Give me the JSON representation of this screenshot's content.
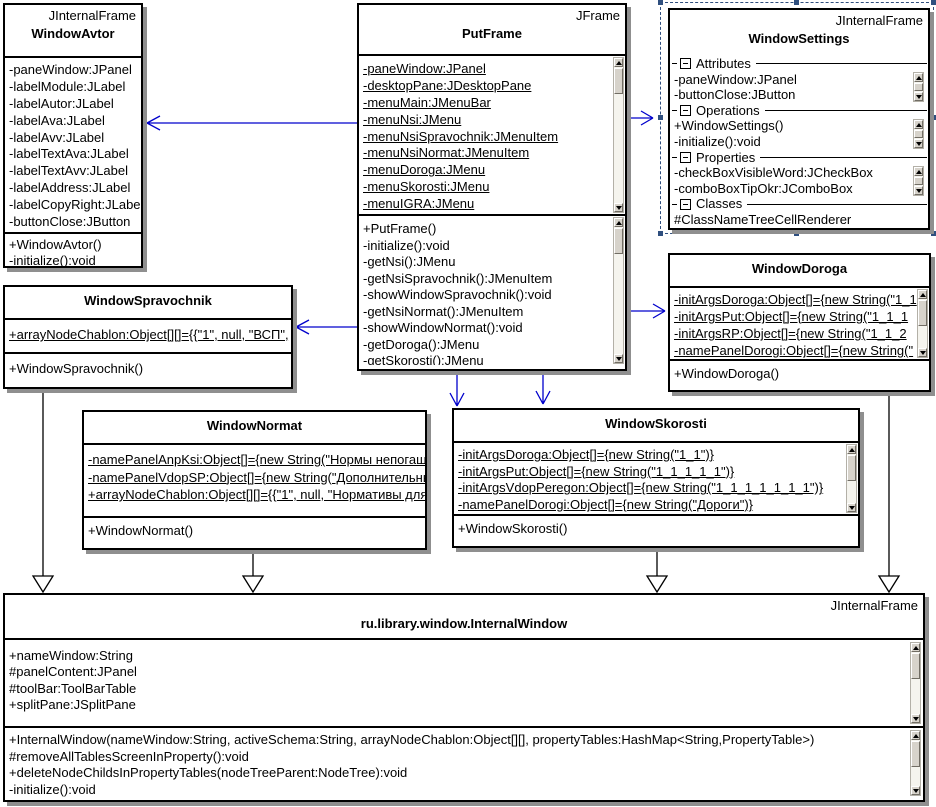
{
  "colors": {
    "dependency_arrow": "#0000cc",
    "generalization_line": "#000000",
    "selection": "#2f4f7f",
    "box_shadow": "#8f8f8f"
  },
  "boxes": {
    "windowAvtor": {
      "stereotype": "JInternalFrame",
      "name": "WindowAvtor",
      "attributes": [
        "-paneWindow:JPanel",
        "-labelModule:JLabel",
        "-labelAutor:JLabel",
        "-labelAva:JLabel",
        "-labelAvv:JLabel",
        "-labelTextAva:JLabel",
        "-labelTextAvv:JLabel",
        "-labelAddress:JLabel",
        "-labelCopyRight:JLabel",
        "-buttonClose:JButton"
      ],
      "operations": [
        "+WindowAvtor()",
        "-initialize():void"
      ]
    },
    "putFrame": {
      "stereotype": "JFrame",
      "name": "PutFrame",
      "attributes": [
        "-paneWindow:JPanel",
        "-desktopPane:JDesktopPane",
        "-menuMain:JMenuBar",
        "-menuNsi:JMenu",
        "-menuNsiSpravochnik:JMenuItem",
        "-menuNsiNormat:JMenuItem",
        "-menuDoroga:JMenu",
        "-menuSkorosti:JMenu",
        "-menuIGRA:JMenu"
      ],
      "operations": [
        "+PutFrame()",
        "-initialize():void",
        "-getNsi():JMenu",
        "-getNsiSpravochnik():JMenuItem",
        "-showWindowSpravochnik():void",
        "-getNsiNormat():JMenuItem",
        "-showWindowNormat():void",
        "-getDoroga():JMenu",
        "-getSkorosti():JMenu"
      ]
    },
    "windowSettings": {
      "stereotype": "JInternalFrame",
      "name": "WindowSettings",
      "sections": [
        {
          "label": "Attributes",
          "items": [
            "-paneWindow:JPanel",
            "-buttonClose:JButton"
          ]
        },
        {
          "label": "Operations",
          "items": [
            "+WindowSettings()",
            "-initialize():void"
          ]
        },
        {
          "label": "Properties",
          "items": [
            "-checkBoxVisibleWord:JCheckBox",
            "-comboBoxTipOkr:JComboBox"
          ]
        },
        {
          "label": "Classes",
          "items": [
            "#ClassNameTreeCellRenderer"
          ]
        }
      ]
    },
    "windowSpravochnik": {
      "name": "WindowSpravochnik",
      "attributes": [
        "+arrayNodeChablon:Object[][]={{\"1\", null, \"ВСП\","
      ],
      "operations": [
        "+WindowSpravochnik()"
      ]
    },
    "windowDoroga": {
      "name": "WindowDoroga",
      "attributes": [
        "-initArgsDoroga:Object[]={new String(\"1_1",
        "-initArgsPut:Object[]={new String(\"1_1_1",
        "-initArgsRP:Object[]={new String(\"1_1_2",
        "-namePanelDorogi:Object[]={new String(\""
      ],
      "operations": [
        "+WindowDoroga()"
      ]
    },
    "windowNormat": {
      "name": "WindowNormat",
      "attributes": [
        "-namePanelAnpKsi:Object[]={new String(\"Нормы непогашен",
        "-namePanelVdopSP:Object[]={new String(\"Дополнительны",
        "+arrayNodeChablon:Object[][]={{\"1\", null, \"Нормативы для"
      ],
      "operations": [
        "+WindowNormat()"
      ]
    },
    "windowSkorosti": {
      "name": "WindowSkorosti",
      "attributes": [
        "-initArgsDoroga:Object[]={new String(\"1_1\")}",
        "-initArgsPut:Object[]={new String(\"1_1_1_1_1\")}",
        "-initArgsVdopPeregon:Object[]={new String(\"1_1_1_1_1_1_1\")}",
        "-namePanelDorogi:Object[]={new String(\"Дороги\")}"
      ],
      "operations": [
        "+WindowSkorosti()"
      ]
    },
    "internalWindow": {
      "stereotype": "JInternalFrame",
      "name": "ru.library.window.InternalWindow",
      "attributes": [
        "+nameWindow:String",
        "#panelContent:JPanel",
        "#toolBar:ToolBarTable",
        "+splitPane:JSplitPane"
      ],
      "operations": [
        "+InternalWindow(nameWindow:String, activeSchema:String, arrayNodeChablon:Object[][], propertyTables:HashMap<String,PropertyTable>)",
        "#removeAllTablesScreenInProperty():void",
        "+deleteNodeChildsInPropertyTables(nodeTreeParent:NodeTree):void",
        "-initialize():void"
      ]
    }
  },
  "relationships": {
    "dependencies": [
      {
        "from": "PutFrame",
        "to": "WindowAvtor"
      },
      {
        "from": "PutFrame",
        "to": "WindowSettings"
      },
      {
        "from": "PutFrame",
        "to": "WindowSpravochnik"
      },
      {
        "from": "PutFrame",
        "to": "WindowDoroga"
      },
      {
        "from": "PutFrame",
        "to": "WindowNormat"
      },
      {
        "from": "PutFrame",
        "to": "WindowSkorosti"
      }
    ],
    "generalizations": [
      {
        "from": "WindowSpravochnik",
        "to": "ru.library.window.InternalWindow"
      },
      {
        "from": "WindowNormat",
        "to": "ru.library.window.InternalWindow"
      },
      {
        "from": "WindowSkorosti",
        "to": "ru.library.window.InternalWindow"
      },
      {
        "from": "WindowDoroga",
        "to": "ru.library.window.InternalWindow"
      }
    ]
  }
}
